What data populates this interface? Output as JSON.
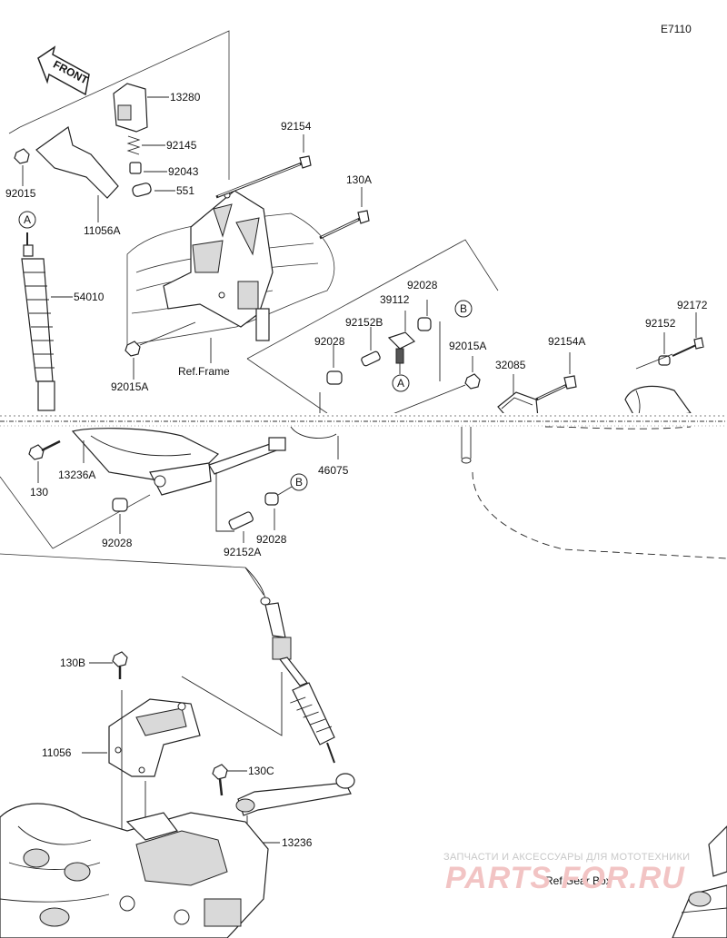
{
  "diagram_code": "E7110",
  "front_label": "FRONT",
  "refs": {
    "frame": "Ref.Frame",
    "gearbox": "Ref.Gear Box"
  },
  "callouts": {
    "A": "A",
    "B": "B"
  },
  "parts": {
    "p13280": "13280",
    "p92145": "92145",
    "p92043": "92043",
    "p551": "551",
    "p92015": "92015",
    "p11056A": "11056A",
    "p92154": "92154",
    "p130A": "130A",
    "p54010": "54010",
    "p92015A_left": "92015A",
    "p92028_top": "92028",
    "p39112": "39112",
    "p92152B": "92152B",
    "p92028_mid": "92028",
    "p92015A_right": "92015A",
    "p92154A": "92154A",
    "p32085": "32085",
    "p92152": "92152",
    "p92172": "92172",
    "p130": "130",
    "p13236A": "13236A",
    "p46075": "46075",
    "p92028_low": "92028",
    "p92028_b": "92028",
    "p92152A": "92152A",
    "p130B": "130B",
    "p11056": "11056",
    "p130C": "130C",
    "p13236": "13236"
  },
  "watermark": {
    "line1": "ЗАПЧАСТИ И АКСЕССУАРЫ ДЛЯ МОТОТЕХНИКИ",
    "line2": "PARTS FOR.RU"
  }
}
